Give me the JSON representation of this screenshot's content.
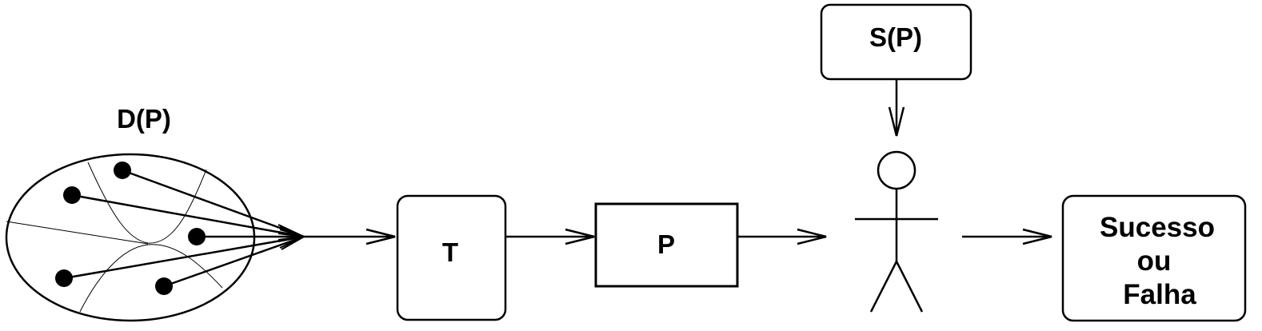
{
  "domain_label": "D(P)",
  "test_box_label": "T",
  "program_box_label": "P",
  "spec_box_label": "S(P)",
  "result_box_lines": [
    "Sucesso",
    "ou",
    "Falha"
  ],
  "colors": {
    "ink": "#000000",
    "background": "#ffffff"
  },
  "icons": [
    "input-point",
    "oracle-person-icon",
    "arrow-head"
  ]
}
